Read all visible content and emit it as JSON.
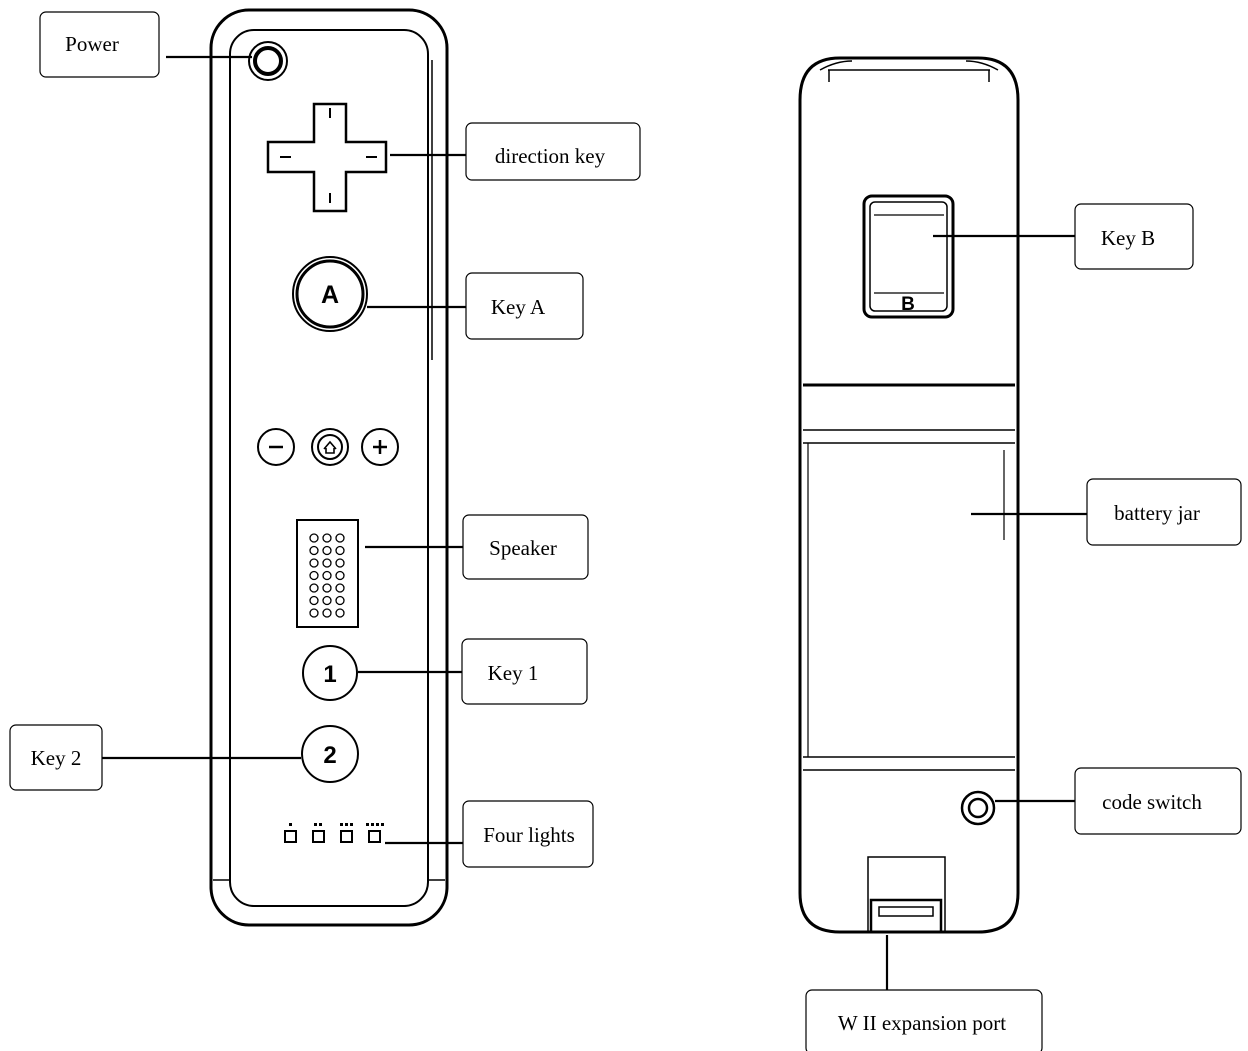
{
  "labels": {
    "power": "Power",
    "direction_key": "direction key",
    "key_a": "Key A",
    "speaker": "Speaker",
    "key_1": "Key 1",
    "key_2": "Key 2",
    "four_lights": "Four lights",
    "key_b": "Key B",
    "battery_jar": "battery jar",
    "code_switch": "code switch",
    "expansion_port": "W II expansion port"
  },
  "button_glyphs": {
    "a": "A",
    "one": "1",
    "two": "2",
    "b": "B",
    "minus": "−",
    "plus": "+"
  },
  "icons": {
    "power": "power-button-icon",
    "home": "home-icon",
    "dpad": "dpad-icon"
  }
}
